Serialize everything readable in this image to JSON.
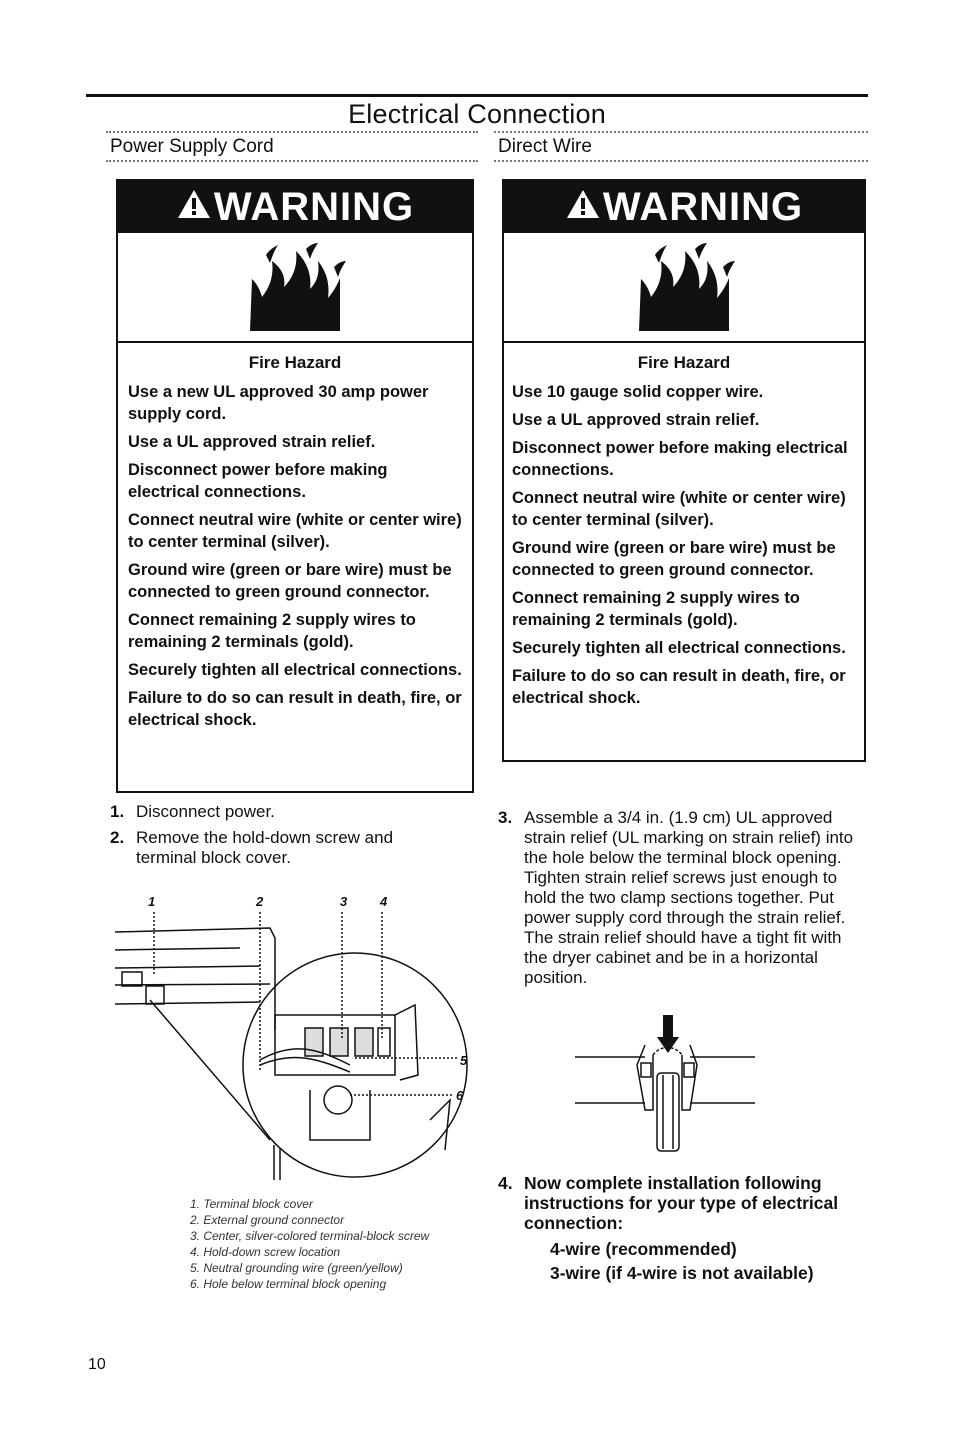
{
  "title": "Electrical Connection",
  "left": {
    "heading": "Power Supply Cord",
    "warning_label": "WARNING",
    "hazard_title": "Fire Hazard",
    "lines": [
      "Use a new UL approved 30 amp power supply cord.",
      "Use a UL approved strain relief.",
      "Disconnect power before making electrical connections.",
      "Connect neutral wire (white or center wire) to center terminal (silver).",
      "Ground wire (green or bare wire) must be connected to green ground connector.",
      "Connect remaining 2 supply wires to remaining 2 terminals (gold).",
      "Securely tighten all electrical connections.",
      "Failure to do so can result in death, fire, or electrical shock."
    ],
    "steps": [
      {
        "num": "1.",
        "text": "Disconnect power."
      },
      {
        "num": "2.",
        "text": "Remove the hold-down screw and terminal block cover."
      }
    ],
    "figure_callouts": [
      "1",
      "2",
      "3",
      "4",
      "5",
      "6"
    ],
    "captions": [
      "1. Terminal block cover",
      "2. External ground connector",
      "3. Center, silver-colored terminal-block screw",
      "4. Hold-down screw location",
      "5. Neutral grounding wire (green/yellow)",
      "6. Hole below terminal block opening"
    ]
  },
  "right": {
    "heading": "Direct Wire",
    "warning_label": "WARNING",
    "hazard_title": "Fire Hazard",
    "lines": [
      "Use 10 gauge solid copper wire.",
      "Use a UL approved strain relief.",
      "Disconnect power before making electrical connections.",
      "Connect neutral wire (white or center wire) to center terminal (silver).",
      "Ground wire (green or bare wire) must be connected to green ground connector.",
      "Connect remaining 2 supply wires to remaining 2 terminals (gold).",
      "Securely tighten all electrical connections.",
      "Failure to do so can result in death, fire, or electrical shock."
    ],
    "step3_num": "3.",
    "step3_text": "Assemble a 3/4 in. (1.9 cm) UL approved strain relief (UL marking on strain relief) into the hole below the terminal block opening. Tighten strain relief screws just enough to hold the two clamp sections together. Put power supply cord through the strain relief. The strain relief should have a tight fit with the dryer cabinet and be in a horizontal position.",
    "step4_num": "4.",
    "step4_text": "Now complete installation following instructions for your type of electrical connection:",
    "options": [
      "4-wire (recommended)",
      "3-wire (if 4-wire is not available)"
    ]
  },
  "page_number": "10"
}
